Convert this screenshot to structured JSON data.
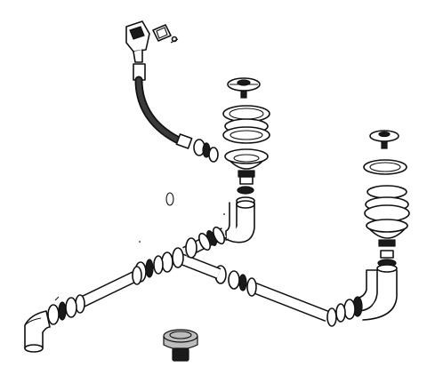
{
  "diagram": {
    "parts": [
      "overflow-head",
      "overflow-gasket",
      "screw",
      "overflow-hose",
      "strainer-plug-left",
      "basket-left",
      "strainer-plug-right",
      "basket-right",
      "tee-pipe",
      "long-pipe-left",
      "long-pipe-right",
      "outlet-elbow",
      "standpipe-cap"
    ],
    "colors": {
      "line": "#111111",
      "fill": "#ffffff",
      "cap": "#bdbdbd"
    }
  }
}
